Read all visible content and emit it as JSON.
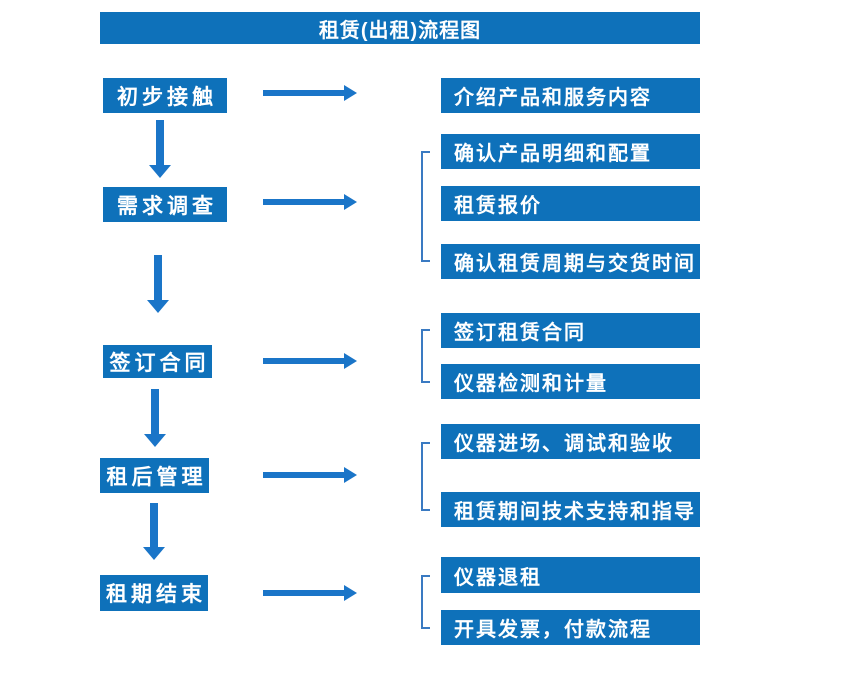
{
  "title": "租赁(出租)流程图",
  "colors": {
    "box_blue": "#0e71ba",
    "arrow_blue": "#1a75c8",
    "bracket_blue": "#3a7ac2",
    "text_white": "#ffffff"
  },
  "steps": [
    {
      "label": "初步接触",
      "outputs": [
        "介绍产品和服务内容"
      ]
    },
    {
      "label": "需求调查",
      "outputs": [
        "确认产品明细和配置",
        "租赁报价",
        "确认租赁周期与交货时间"
      ]
    },
    {
      "label": "签订合同",
      "outputs": [
        "签订租赁合同",
        "仪器检测和计量"
      ]
    },
    {
      "label": "租后管理",
      "outputs": [
        "仪器进场、调试和验收",
        "租赁期间技术支持和指导"
      ]
    },
    {
      "label": "租期结束",
      "outputs": [
        "仪器退租",
        "开具发票，付款流程"
      ]
    }
  ]
}
